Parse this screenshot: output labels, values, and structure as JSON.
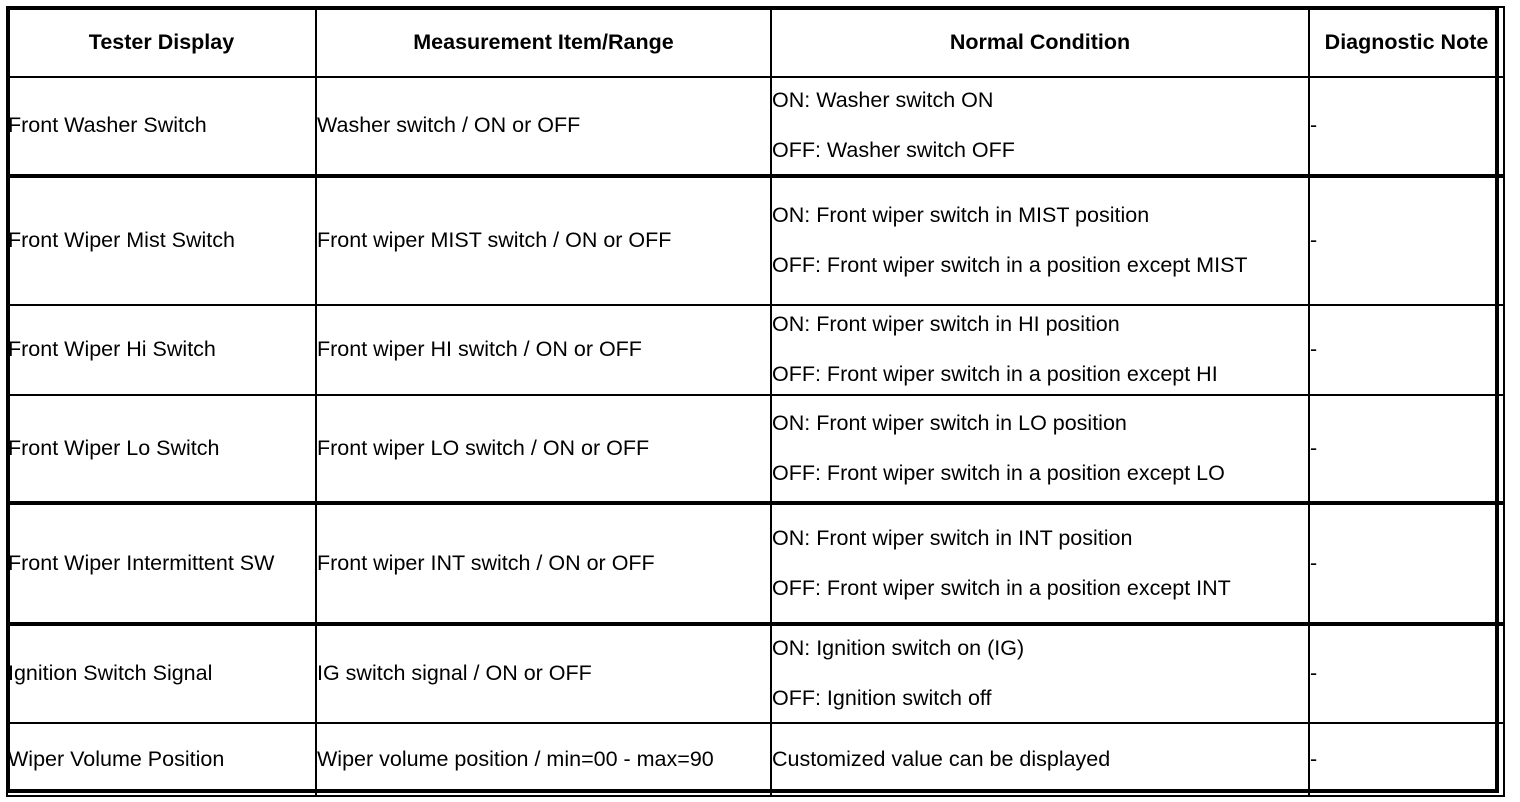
{
  "table": {
    "headers": [
      {
        "label": "Tester Display",
        "name": "header-tester-display"
      },
      {
        "label": "Measurement Item/Range",
        "name": "header-measurement-item-range"
      },
      {
        "label": "Normal Condition",
        "name": "header-normal-condition"
      },
      {
        "label": "Diagnostic Note",
        "name": "header-diagnostic-note"
      }
    ],
    "rows": [
      {
        "tester_display": "Front Washer Switch",
        "measurement": "Washer switch / ON or OFF",
        "condition_on": "ON: Washer switch ON",
        "condition_off": "OFF: Washer switch OFF",
        "diagnostic_note": "-"
      },
      {
        "tester_display": "Front Wiper Mist Switch",
        "measurement": "Front wiper MIST switch / ON or OFF",
        "condition_on": "ON: Front wiper switch in MIST position",
        "condition_off": "OFF: Front wiper switch in a position except MIST",
        "diagnostic_note": "-"
      },
      {
        "tester_display": "Front Wiper Hi Switch",
        "measurement": "Front wiper HI switch / ON or OFF",
        "condition_on": "ON: Front wiper switch in HI position",
        "condition_off": "OFF: Front wiper switch in a position except HI",
        "diagnostic_note": "-"
      },
      {
        "tester_display": "Front Wiper Lo Switch",
        "measurement": "Front wiper LO switch / ON or OFF",
        "condition_on": "ON: Front wiper switch in LO position",
        "condition_off": "OFF: Front wiper switch in a position except LO",
        "diagnostic_note": "-"
      },
      {
        "tester_display": "Front Wiper Intermittent SW",
        "measurement": "Front wiper INT switch / ON or OFF",
        "condition_on": "ON: Front wiper switch in INT position",
        "condition_off": "OFF: Front wiper switch in a position except INT",
        "diagnostic_note": "-"
      },
      {
        "tester_display": "Ignition Switch Signal",
        "measurement": "IG switch signal / ON or OFF",
        "condition_on": "ON: Ignition switch on (IG)",
        "condition_off": "OFF: Ignition switch off",
        "diagnostic_note": "-"
      },
      {
        "tester_display": "Wiper Volume Position",
        "measurement": "Wiper volume position / min=00 - max=90",
        "condition_on": "Customized value can be displayed",
        "condition_off": "",
        "diagnostic_note": "-"
      }
    ]
  },
  "colors": {
    "border": "#000000",
    "text": "#000000",
    "background": "#ffffff"
  }
}
